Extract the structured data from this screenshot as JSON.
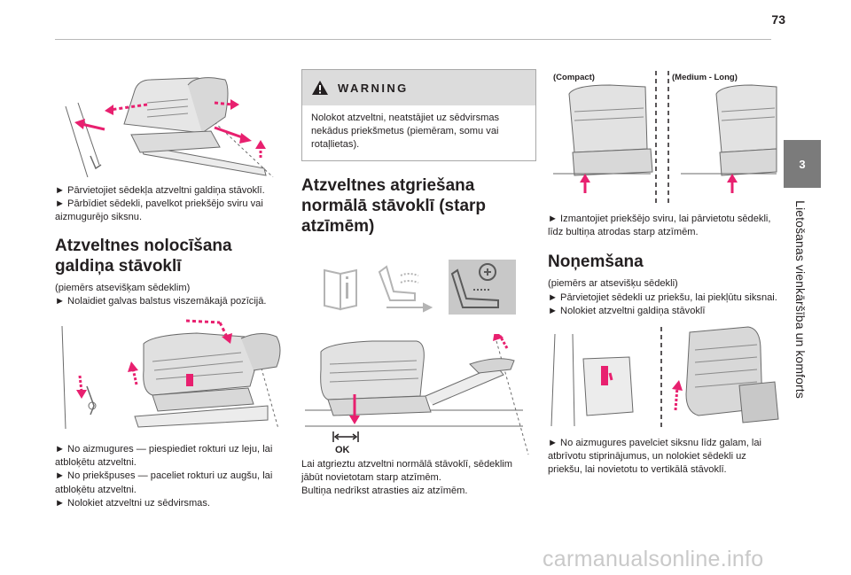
{
  "page_number": "73",
  "chapter": {
    "number": "3",
    "title": "Lietošanas vienkāršība un komforts"
  },
  "col1": {
    "p1": [
      "► Pārvietojiet sēdekļa atzveltni galdiņa stāvoklī.",
      "► Pārbīdiet sēdekli, pavelkot priekšējo sviru vai aizmugurējo siksnu."
    ],
    "heading": [
      "Atzveltnes nolocīšana",
      "galdiņa stāvoklī"
    ],
    "p2": [
      "(piemērs atsevišķam sēdeklim)",
      "► Nolaidiet galvas balstus viszemākajā pozīcijā."
    ],
    "p3": [
      "► No aizmugures — piespiediet rokturi uz leju, lai atbloķētu atzveltni.",
      "► No priekšpuses — paceliet rokturi uz augšu, lai atbloķētu atzveltni.",
      "► Nolokiet atzveltni uz sēdvirsmas."
    ]
  },
  "col2": {
    "warning": {
      "title": "WARNING",
      "text": "Nolokot atzveltni, neatstājiet uz sēdvirsmas nekādus priekšmetus (piemēram, somu vai rotaļlietas)."
    },
    "heading": [
      "Atzveltnes atgriešana",
      "normālā stāvoklī (starp",
      "atzīmēm)"
    ],
    "ok_label": "OK",
    "p1": [
      "Lai atgrieztu atzveltni normālā stāvoklī, sēdeklim jābūt novietotam starp atzīmēm.",
      "Bultiņa nedrīkst atrasties aiz atzīmēm."
    ]
  },
  "col3": {
    "label_compact": "(Compact)",
    "label_medium_long": "(Medium - Long)",
    "p1": [
      "► Izmantojiet priekšējo sviru, lai pārvietotu sēdekli, līdz bultiņa atrodas starp atzīmēm."
    ],
    "heading": "Noņemšana",
    "p2": [
      "(piemērs ar atsevišķu sēdekli)",
      "► Pārvietojiet sēdekli uz priekšu, lai piekļūtu siksnai.",
      "► Nolokiet atzveltni galdiņa stāvoklī"
    ],
    "p3": [
      "► No aizmugures pavelciet siksnu līdz galam, lai atbrīvotu stiprinājumus, un nolokiet sēdekli uz priekšu, lai novietotu to vertikālā stāvoklī."
    ]
  },
  "watermark": "carmanualsonline.info",
  "colors": {
    "arrow": "#e8206f",
    "tab": "#7b7b7b",
    "warning_bg": "#dcdcdc"
  }
}
